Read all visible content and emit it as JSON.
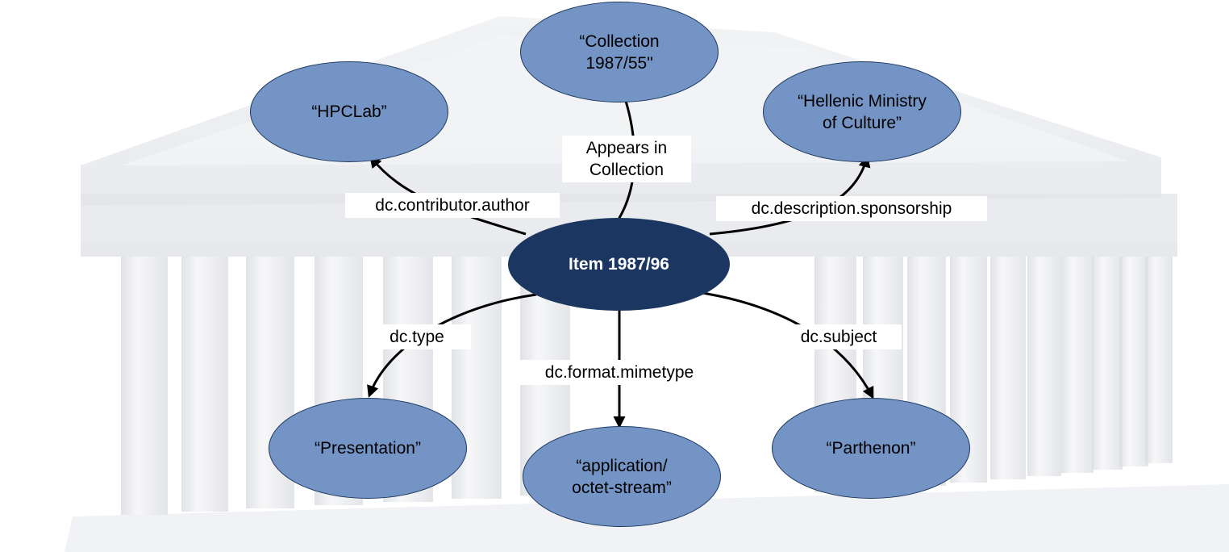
{
  "center_node": {
    "label": "Item 1987/96"
  },
  "nodes": {
    "hpclab": "“HPCLab”",
    "collection": "“Collection\n1987/55\"",
    "ministry": "“Hellenic Ministry\nof Culture”",
    "presentation": "“Presentation”",
    "mimetype_value": "“application/\noctet-stream”",
    "parthenon": "“Parthenon”"
  },
  "edges": {
    "author": "dc.contributor.author",
    "appears_in": "Appears in\nCollection",
    "sponsorship": "dc.description.sponsorship",
    "type": "dc.type",
    "mimetype": "dc.format.mimetype",
    "subject": "dc.subject"
  },
  "colors": {
    "center_fill": "#1b3660",
    "node_fill": "#7394c4",
    "edge": "#000000",
    "background_temple": "#e9eaee"
  }
}
